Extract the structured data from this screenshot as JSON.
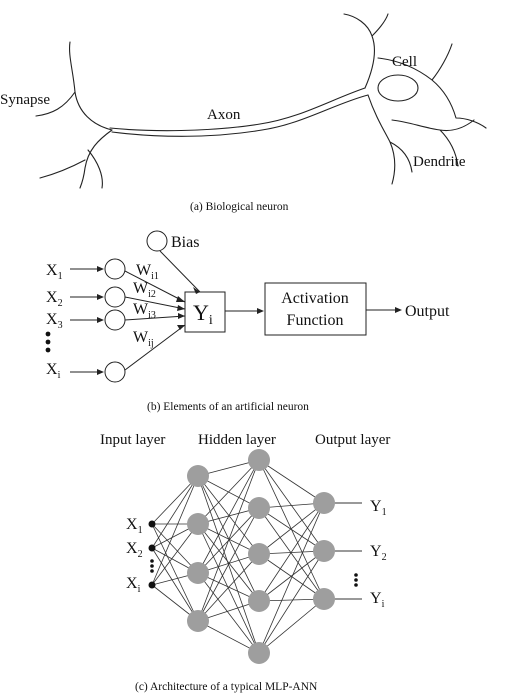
{
  "panel_a": {
    "labels": {
      "synapse": "Synapse",
      "axon": "Axon",
      "cell": "Cell",
      "dendrite": "Dendrite"
    },
    "caption": "(a) Biological neuron"
  },
  "panel_b": {
    "bias": "Bias",
    "inputs": [
      {
        "base": "X",
        "sub": "1"
      },
      {
        "base": "X",
        "sub": "2"
      },
      {
        "base": "X",
        "sub": "3"
      },
      {
        "base": "X",
        "sub": "i"
      }
    ],
    "weights": [
      {
        "base": "W",
        "sub": "i1"
      },
      {
        "base": "W",
        "sub": "i2"
      },
      {
        "base": "W",
        "sub": "i3"
      },
      {
        "base": "W",
        "sub": "ij"
      }
    ],
    "sum_node": {
      "base": "Y",
      "sub": "i"
    },
    "activation": {
      "line1": "Activation",
      "line2": "Function"
    },
    "output": "Output",
    "caption": "(b) Elements of an artificial neuron"
  },
  "panel_c": {
    "layer_titles": {
      "input": "Input layer",
      "hidden": "Hidden layer",
      "output": "Output layer"
    },
    "inputs": [
      {
        "base": "X",
        "sub": "1"
      },
      {
        "base": "X",
        "sub": "2"
      },
      {
        "base": "X",
        "sub": "i"
      }
    ],
    "outputs": [
      {
        "base": "Y",
        "sub": "1"
      },
      {
        "base": "Y",
        "sub": "2"
      },
      {
        "base": "Y",
        "sub": "i"
      }
    ],
    "caption": "(c) Architecture of a typical MLP-ANN",
    "node_color": "#9e9e9e",
    "edge_color": "#333333"
  }
}
